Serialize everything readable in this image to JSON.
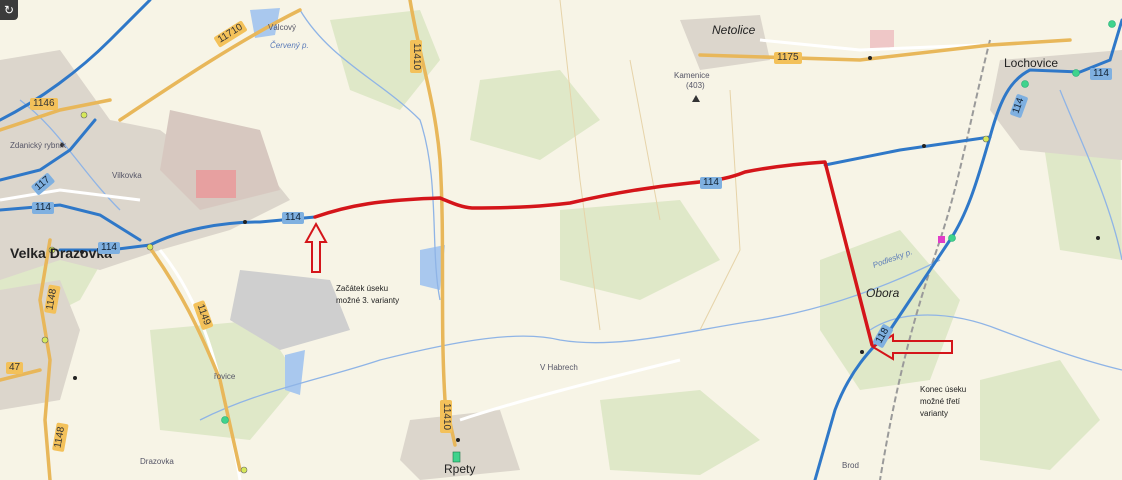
{
  "map": {
    "places": [
      {
        "id": "netolice",
        "label": "Netolice"
      },
      {
        "id": "lochovice",
        "label": "Lochovice"
      },
      {
        "id": "kamenice",
        "label": "Kamenice"
      },
      {
        "id": "kamenice_elev",
        "label": "(403)"
      },
      {
        "id": "obora",
        "label": "Obora"
      },
      {
        "id": "rpety",
        "label": "Rpety"
      },
      {
        "id": "horovice",
        "label": "řovice"
      },
      {
        "id": "drazovka",
        "label": "Drazovka"
      },
      {
        "id": "velka_drazovka",
        "label": "Velka Drazovka"
      },
      {
        "id": "vilkova",
        "label": "Vilkovka"
      },
      {
        "id": "zdanice",
        "label": "Zdanický rybník"
      },
      {
        "id": "valcovny",
        "label": "Válcový"
      },
      {
        "id": "cerveny_p",
        "label": "Červený p."
      },
      {
        "id": "podlesky_p",
        "label": "Podlesky p."
      },
      {
        "id": "v_habrech",
        "label": "V Habrech"
      },
      {
        "id": "brod",
        "label": "Brod"
      }
    ],
    "road_numbers": [
      {
        "id": "r114_a",
        "label": "114"
      },
      {
        "id": "r114_b",
        "label": "114"
      },
      {
        "id": "r114_c",
        "label": "114"
      },
      {
        "id": "r114_d",
        "label": "114"
      },
      {
        "id": "r114_e",
        "label": "114"
      },
      {
        "id": "r114_f",
        "label": "114"
      },
      {
        "id": "r11410_a",
        "label": "11410"
      },
      {
        "id": "r11410_b",
        "label": "11410"
      },
      {
        "id": "r11710",
        "label": "11710"
      },
      {
        "id": "r1146",
        "label": "1146"
      },
      {
        "id": "r117",
        "label": "117"
      },
      {
        "id": "r1175",
        "label": "1175"
      },
      {
        "id": "r1148_a",
        "label": "1148"
      },
      {
        "id": "r1148_b",
        "label": "1148"
      },
      {
        "id": "r1149",
        "label": "1149"
      },
      {
        "id": "r47",
        "label": "47"
      },
      {
        "id": "r118",
        "label": "118"
      }
    ],
    "annotations": {
      "start": [
        "Začátek úseku",
        "možné 3. varianty"
      ],
      "end": [
        "Konec úseku",
        "možné třetí",
        "varianty"
      ]
    },
    "colors": {
      "route_variant": "#d4151a",
      "arrow": "#d4151a",
      "road_blue": "#2f78c8",
      "road_yellow": "#e8b75a",
      "background": "#f7f4e6",
      "forest": "#dfe8c8",
      "urban": "#dcd6cc",
      "water": "#a9c8ee"
    },
    "corner_control_icon": "refresh-icon"
  }
}
